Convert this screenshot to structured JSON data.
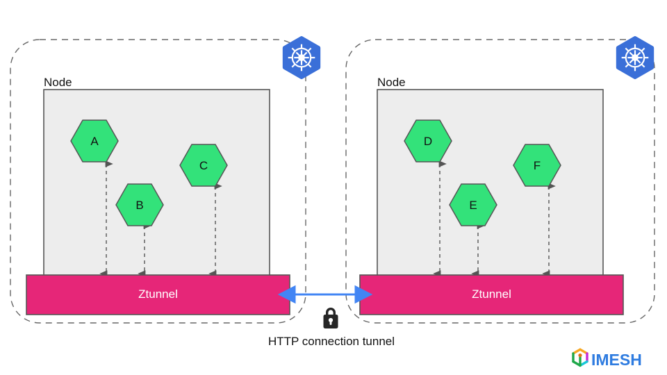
{
  "diagram": {
    "title_caption": "HTTP connection tunnel",
    "colors": {
      "pod_fill": "#33E27A",
      "pod_stroke": "#555555",
      "node_fill": "#EDEDED",
      "node_stroke": "#555555",
      "ztunnel_fill": "#E62678",
      "ztunnel_stroke": "#555555",
      "cluster_stroke": "#666666",
      "link_arrow": "#4285F4",
      "dashed_arrow": "#555555",
      "k8s_blue": "#3A6FD8",
      "brand_blue": "#2F7CE0",
      "lock_black": "#262626"
    },
    "clusters": [
      {
        "id": "cluster-left",
        "icon": "kubernetes-icon",
        "node": {
          "label": "Node",
          "pods": [
            {
              "label": "A"
            },
            {
              "label": "B"
            },
            {
              "label": "C"
            }
          ]
        },
        "ztunnel": {
          "label": "Ztunnel"
        }
      },
      {
        "id": "cluster-right",
        "icon": "kubernetes-icon",
        "node": {
          "label": "Node",
          "pods": [
            {
              "label": "D"
            },
            {
              "label": "E"
            },
            {
              "label": "F"
            }
          ]
        },
        "ztunnel": {
          "label": "Ztunnel"
        }
      }
    ],
    "connection": {
      "icon": "lock-icon",
      "caption": "HTTP connection tunnel",
      "arrow": "bidirectional"
    },
    "brand": {
      "icon": "imesh-cube-icon",
      "name": "IMESH"
    }
  }
}
